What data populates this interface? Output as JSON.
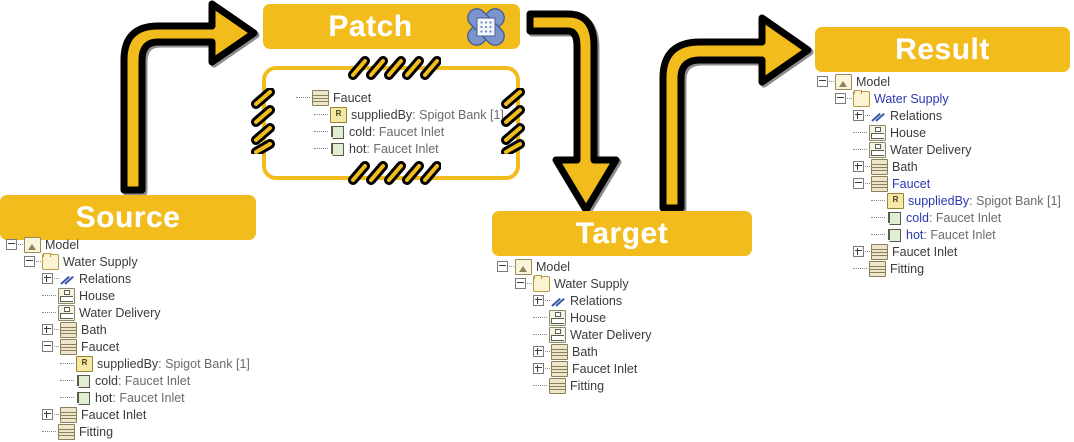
{
  "colors": {
    "gold": "#F2BC1C",
    "blue_text": "#2B38B0",
    "grey_text": "#6b6b6b",
    "bandage": "#7A94CC"
  },
  "panels": {
    "source": {
      "title": "Source"
    },
    "patch": {
      "title": "Patch",
      "icon": "bandage-icon"
    },
    "target": {
      "title": "Target"
    },
    "result": {
      "title": "Result"
    }
  },
  "trees": {
    "source": [
      {
        "label": "Model",
        "icon": "model-icon",
        "depth": 0,
        "toggle": "minus",
        "blue": false
      },
      {
        "label": "Water Supply",
        "icon": "folder-icon",
        "depth": 1,
        "toggle": "minus",
        "blue": false
      },
      {
        "label": "Relations",
        "icon": "relations-icon",
        "depth": 2,
        "toggle": "plus",
        "blue": false
      },
      {
        "label": "House",
        "icon": "package-icon",
        "depth": 2,
        "toggle": "none",
        "blue": false
      },
      {
        "label": "Water Delivery",
        "icon": "package-icon",
        "depth": 2,
        "toggle": "none",
        "blue": false
      },
      {
        "label": "Bath",
        "icon": "block-icon",
        "depth": 2,
        "toggle": "plus",
        "blue": false
      },
      {
        "label": "Faucet",
        "icon": "block-icon",
        "depth": 2,
        "toggle": "minus",
        "blue": false
      },
      {
        "label": "suppliedBy",
        "type": " : Spigot Bank [1]",
        "icon": "reference-icon",
        "depth": 3,
        "toggle": "none",
        "blue": false
      },
      {
        "label": "cold",
        "type": " : Faucet Inlet",
        "icon": "port-icon",
        "depth": 3,
        "toggle": "none",
        "blue": false
      },
      {
        "label": "hot",
        "type": " : Faucet Inlet",
        "icon": "port-icon",
        "depth": 3,
        "toggle": "none",
        "blue": false
      },
      {
        "label": "Faucet Inlet",
        "icon": "block-icon",
        "depth": 2,
        "toggle": "plus",
        "blue": false
      },
      {
        "label": "Fitting",
        "icon": "block-icon",
        "depth": 2,
        "toggle": "none",
        "blue": false
      }
    ],
    "patch": [
      {
        "label": "Faucet",
        "icon": "block-icon",
        "depth": 0,
        "toggle": "none",
        "blue": false
      },
      {
        "label": "suppliedBy",
        "type": " : Spigot Bank [1]",
        "icon": "reference-icon",
        "depth": 1,
        "toggle": "none",
        "blue": false
      },
      {
        "label": "cold",
        "type": " : Faucet Inlet",
        "icon": "port-icon",
        "depth": 1,
        "toggle": "none",
        "blue": false
      },
      {
        "label": "hot",
        "type": " : Faucet Inlet",
        "icon": "port-icon",
        "depth": 1,
        "toggle": "none",
        "blue": false
      }
    ],
    "target": [
      {
        "label": "Model",
        "icon": "model-icon",
        "depth": 0,
        "toggle": "minus",
        "blue": false
      },
      {
        "label": "Water Supply",
        "icon": "folder-icon",
        "depth": 1,
        "toggle": "minus",
        "blue": false
      },
      {
        "label": "Relations",
        "icon": "relations-icon",
        "depth": 2,
        "toggle": "plus",
        "blue": false
      },
      {
        "label": "House",
        "icon": "package-icon",
        "depth": 2,
        "toggle": "none",
        "blue": false
      },
      {
        "label": "Water Delivery",
        "icon": "package-icon",
        "depth": 2,
        "toggle": "none",
        "blue": false
      },
      {
        "label": "Bath",
        "icon": "block-icon",
        "depth": 2,
        "toggle": "plus",
        "blue": false
      },
      {
        "label": "Faucet Inlet",
        "icon": "block-icon",
        "depth": 2,
        "toggle": "plus",
        "blue": false
      },
      {
        "label": "Fitting",
        "icon": "block-icon",
        "depth": 2,
        "toggle": "none",
        "blue": false
      }
    ],
    "result": [
      {
        "label": "Model",
        "icon": "model-icon",
        "depth": 0,
        "toggle": "minus",
        "blue": false
      },
      {
        "label": "Water Supply",
        "icon": "folder-icon",
        "depth": 1,
        "toggle": "minus",
        "blue": true
      },
      {
        "label": "Relations",
        "icon": "relations-icon",
        "depth": 2,
        "toggle": "plus",
        "blue": false
      },
      {
        "label": "House",
        "icon": "package-icon",
        "depth": 2,
        "toggle": "none",
        "blue": false
      },
      {
        "label": "Water Delivery",
        "icon": "package-icon",
        "depth": 2,
        "toggle": "none",
        "blue": false
      },
      {
        "label": "Bath",
        "icon": "block-icon",
        "depth": 2,
        "toggle": "plus",
        "blue": false
      },
      {
        "label": "Faucet",
        "icon": "block-icon",
        "depth": 2,
        "toggle": "minus",
        "blue": true
      },
      {
        "label": "suppliedBy",
        "type": " : Spigot Bank [1]",
        "icon": "reference-icon",
        "depth": 3,
        "toggle": "none",
        "blue": true
      },
      {
        "label": "cold",
        "type": " : Faucet Inlet",
        "icon": "port-icon",
        "depth": 3,
        "toggle": "none",
        "blue": true
      },
      {
        "label": "hot",
        "type": " : Faucet Inlet",
        "icon": "port-icon",
        "depth": 3,
        "toggle": "none",
        "blue": true
      },
      {
        "label": "Faucet Inlet",
        "icon": "block-icon",
        "depth": 2,
        "toggle": "plus",
        "blue": false
      },
      {
        "label": "Fitting",
        "icon": "block-icon",
        "depth": 2,
        "toggle": "none",
        "blue": false
      }
    ]
  },
  "arrows": [
    {
      "name": "arrow-source-to-patch"
    },
    {
      "name": "arrow-patch-to-target"
    },
    {
      "name": "arrow-target-to-result"
    }
  ]
}
